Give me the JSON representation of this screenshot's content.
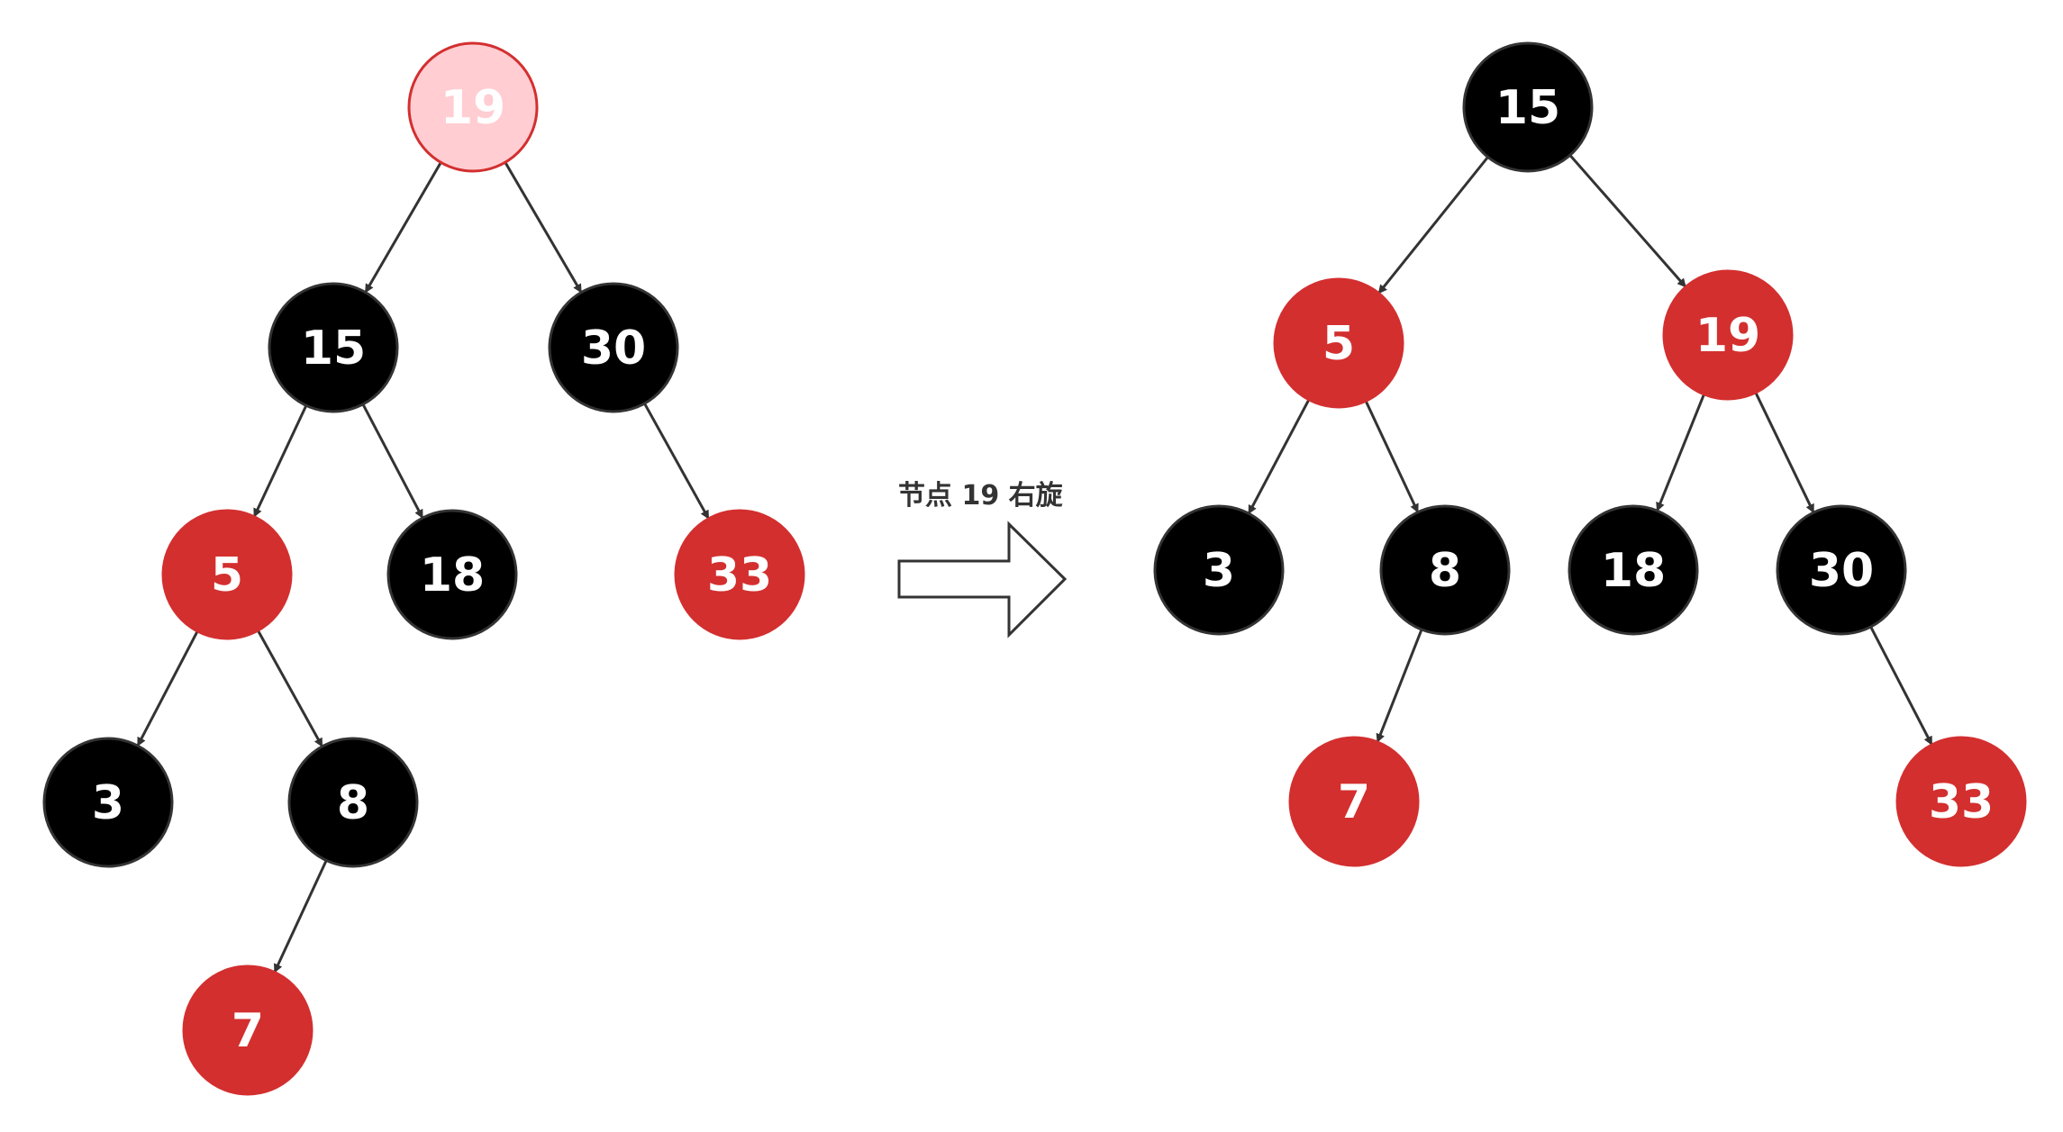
{
  "colors": {
    "black_node": "#000000",
    "red_node": "#d32f2f",
    "highlight_fill": "#ffcdd2",
    "highlight_stroke": "#d32f2f",
    "node_text": "#ffffff",
    "edge": "#333333",
    "label": "#333333"
  },
  "arrow": {
    "label": "节点 19 右旋"
  },
  "trees": [
    {
      "name": "before",
      "nodes": [
        {
          "id": "b19",
          "label": "19",
          "color": "highlight"
        },
        {
          "id": "b15",
          "label": "15",
          "color": "black"
        },
        {
          "id": "b30",
          "label": "30",
          "color": "black"
        },
        {
          "id": "b5",
          "label": "5",
          "color": "red"
        },
        {
          "id": "b18",
          "label": "18",
          "color": "black"
        },
        {
          "id": "b33",
          "label": "33",
          "color": "red"
        },
        {
          "id": "b3",
          "label": "3",
          "color": "black"
        },
        {
          "id": "b8",
          "label": "8",
          "color": "black"
        },
        {
          "id": "b7",
          "label": "7",
          "color": "red"
        }
      ],
      "edges": [
        [
          "b19",
          "b15"
        ],
        [
          "b19",
          "b30"
        ],
        [
          "b15",
          "b5"
        ],
        [
          "b15",
          "b18"
        ],
        [
          "b30",
          "b33"
        ],
        [
          "b5",
          "b3"
        ],
        [
          "b5",
          "b8"
        ],
        [
          "b8",
          "b7"
        ]
      ]
    },
    {
      "name": "after",
      "nodes": [
        {
          "id": "a15",
          "label": "15",
          "color": "black"
        },
        {
          "id": "a5",
          "label": "5",
          "color": "red"
        },
        {
          "id": "a19",
          "label": "19",
          "color": "red"
        },
        {
          "id": "a3",
          "label": "3",
          "color": "black"
        },
        {
          "id": "a8",
          "label": "8",
          "color": "black"
        },
        {
          "id": "a18",
          "label": "18",
          "color": "black"
        },
        {
          "id": "a30",
          "label": "30",
          "color": "black"
        },
        {
          "id": "a7",
          "label": "7",
          "color": "red"
        },
        {
          "id": "a33",
          "label": "33",
          "color": "red"
        }
      ],
      "edges": [
        [
          "a15",
          "a5"
        ],
        [
          "a15",
          "a19"
        ],
        [
          "a5",
          "a3"
        ],
        [
          "a5",
          "a8"
        ],
        [
          "a19",
          "a18"
        ],
        [
          "a19",
          "a30"
        ],
        [
          "a8",
          "a7"
        ],
        [
          "a30",
          "a33"
        ]
      ]
    }
  ]
}
